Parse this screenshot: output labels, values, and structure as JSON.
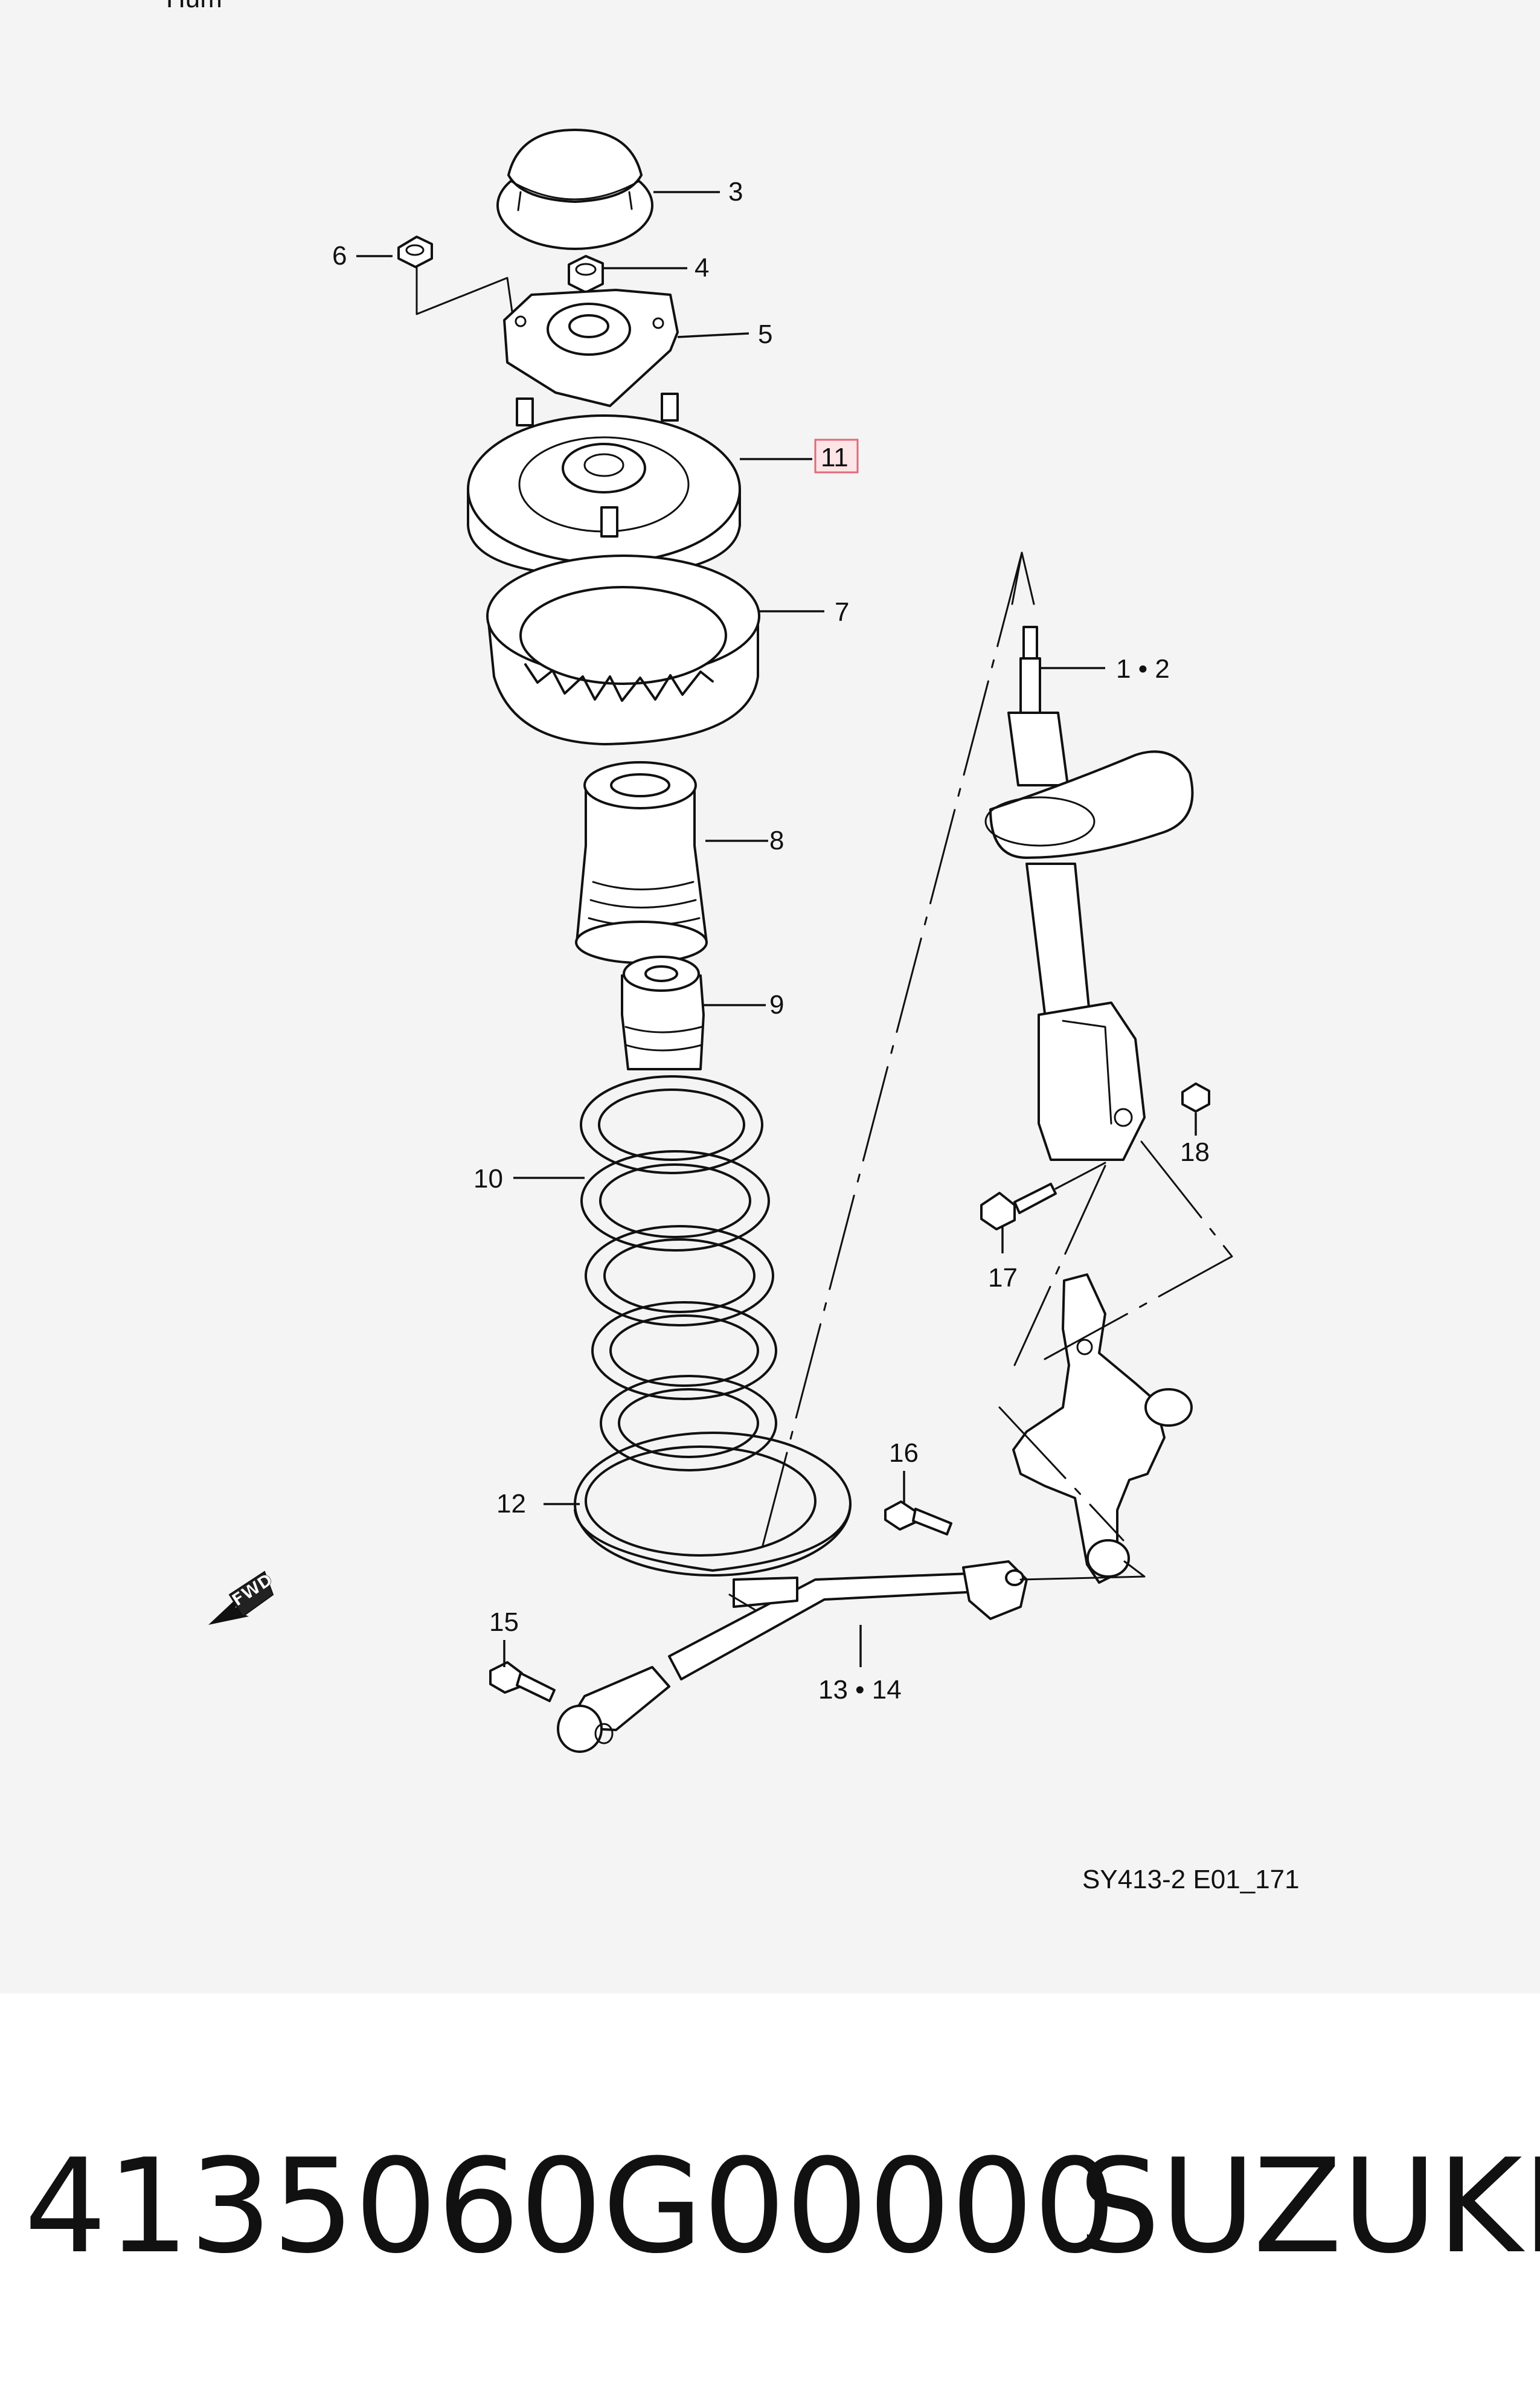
{
  "diagram": {
    "header_fragment": "Hum",
    "drawing_code": "SY413-2 E01_171",
    "direction_badge": "FWD",
    "callouts": {
      "c1_2": "1 • 2",
      "c3": "3",
      "c4": "4",
      "c5": "5",
      "c6": "6",
      "c7": "7",
      "c8": "8",
      "c9": "9",
      "c10": "10",
      "c11": "11",
      "c12": "12",
      "c13_14": "13 • 14",
      "c15": "15",
      "c16": "16",
      "c17": "17",
      "c18": "18"
    },
    "highlighted_callout": "11",
    "highlight_color": "#e06a78"
  },
  "footer": {
    "part_number": "4135060G00000",
    "brand": "SUZUKI"
  }
}
